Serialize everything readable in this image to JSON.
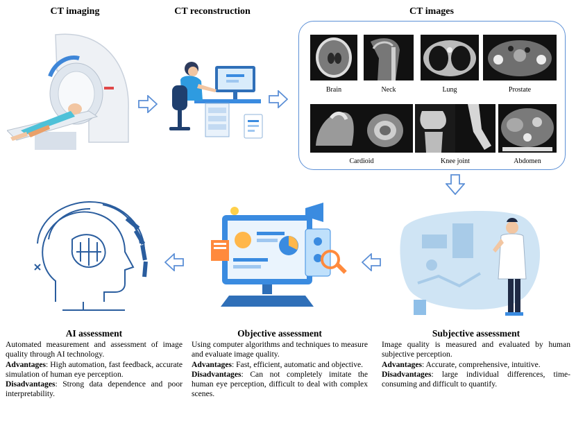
{
  "top": {
    "ct_imaging": "CT imaging",
    "ct_reconstruction": "CT reconstruction",
    "ct_images": "CT images"
  },
  "ct_thumbnails": [
    {
      "label": "Brain"
    },
    {
      "label": "Neck"
    },
    {
      "label": "Lung"
    },
    {
      "label": "Prostate"
    },
    {
      "label": "Cardioid"
    },
    {
      "label": "Knee joint"
    },
    {
      "label": "Abdomen"
    }
  ],
  "ai": {
    "title": "AI assessment",
    "body": "Automated measurement and assessment of image quality through AI technology.",
    "adv_label": "Advantages",
    "adv_text": ": High automation, fast feedback, accurate simulation of human eye perception.",
    "dis_label": "Disadvantages",
    "dis_text": ": Strong data dependence and poor interpretability."
  },
  "objective": {
    "title": "Objective assessment",
    "body": "Using computer algorithms and techniques to measure and evaluate image quality.",
    "adv_label": "Advantages",
    "adv_text": ": Fast, efficient, automatic and objective.",
    "dis_label": "Disadvantages",
    "dis_text": ": Can not completely imitate the human eye perception, difficult to deal with complex scenes."
  },
  "subjective": {
    "title": "Subjective assessment",
    "body": "Image quality is measured and evaluated by human subjective perception.",
    "adv_label": "Advantages",
    "adv_text": ": Accurate, comprehensive, intuitive.",
    "dis_label": "Disadvantages",
    "dis_text": ": large individual differences, time-consuming and difficult to quantify."
  }
}
